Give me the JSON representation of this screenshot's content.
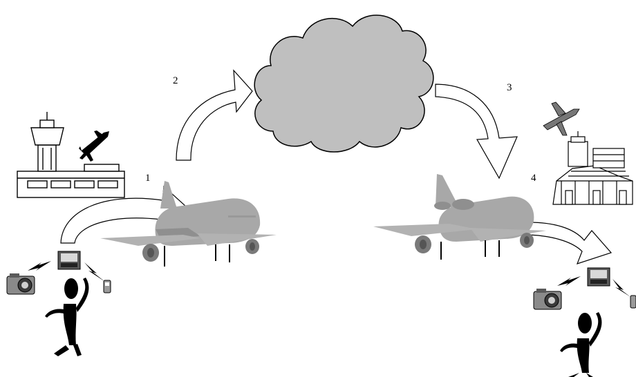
{
  "diagram": {
    "steps": [
      {
        "label": "1"
      },
      {
        "label": "2"
      },
      {
        "label": "3"
      },
      {
        "label": "4"
      }
    ],
    "colors": {
      "cloud": "#bfbfbf",
      "plane": "#a8a8a8",
      "plane_dark": "#7a7a7a",
      "outline": "#000000",
      "arrow_fill": "#ffffff"
    },
    "icons": [
      "airport-tower-icon",
      "small-plane-icon",
      "cloud-icon",
      "airliner-icon",
      "trijet-icon",
      "terminal-building-icon",
      "person-icon",
      "camera-icon",
      "pda-icon",
      "cellphone-icon",
      "wireless-signal-icon",
      "curved-arrow-icon"
    ]
  }
}
